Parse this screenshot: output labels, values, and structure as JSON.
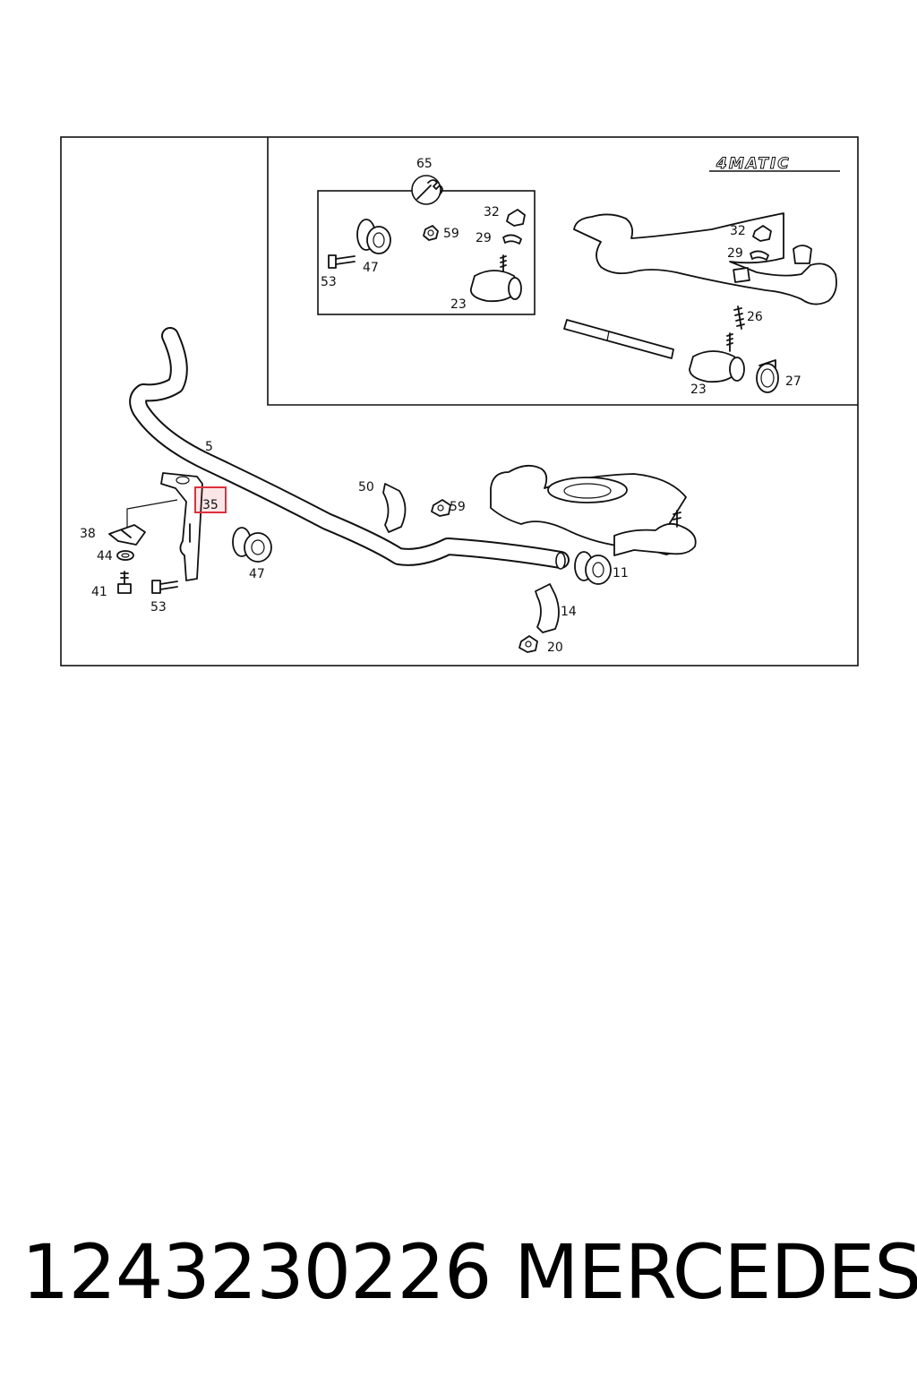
{
  "inset": {
    "logo_text": "4MATIC"
  },
  "labels": {
    "p65": "65",
    "p32a": "32",
    "p59a": "59",
    "p29a": "29",
    "p47a": "47",
    "p53a": "53",
    "p23a": "23",
    "p32b": "32",
    "p29b": "29",
    "p26": "26",
    "p23b": "23",
    "p27": "27",
    "p5": "5",
    "p50": "50",
    "p59b": "59",
    "p35": "35",
    "p38": "38",
    "p44": "44",
    "p41": "41",
    "p53b": "53",
    "p47b": "47",
    "p11": "11",
    "p14": "14",
    "p20": "20"
  },
  "highlight": {
    "part": "35",
    "color": "#e0303c"
  },
  "footer": {
    "part_number": "1243230226",
    "brand": "MERCEDES"
  }
}
